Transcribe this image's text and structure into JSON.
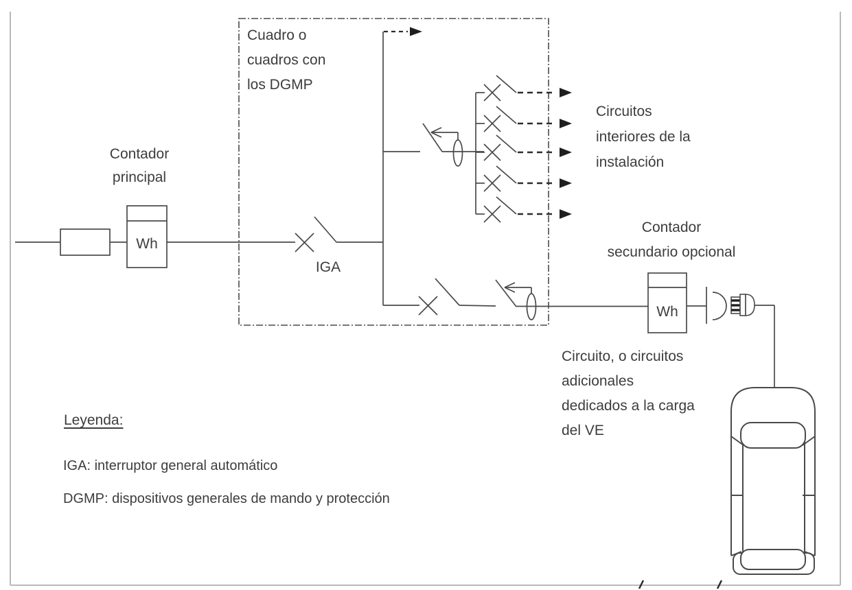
{
  "page": {
    "background": "#ffffff",
    "line_color": "#4a4a4a",
    "arrow_color": "#2b2b2b",
    "text_color": "#3d3d3d",
    "page_border_color": "#b9b9b9"
  },
  "labels": {
    "main_meter_caption": "Contador\nprincipal",
    "main_meter_unit": "Wh",
    "panel_caption": "Cuadro o\ncuadros con\nlos DGMP",
    "iga_tag": "IGA",
    "interior_circuits_caption": "Circuitos\ninteriores de la\ninstalación",
    "secondary_meter_caption": "Contador\nsecundario opcional",
    "secondary_meter_unit": "Wh",
    "ev_circuits_caption": "Circuito, o circuitos\nadicionales\ndedicados a la carga\ndel VE",
    "legend_title": "Leyenda:",
    "legend_iga": "IGA: interruptor general automático",
    "legend_dgmp": "DGMP: dispositivos generales de mando y protección"
  },
  "diagram": {
    "interior_branch_count": 5,
    "symbols": [
      "fuse-symbol",
      "main-energy-meter",
      "iga-circuit-breaker",
      "dgmp-panel-dashed-box",
      "interior-distribution-bus",
      "branch-breaker-with-dashed-arrow",
      "contactor-with-coil",
      "ev-branch-breaker",
      "ev-contactor-with-coil",
      "secondary-energy-meter",
      "socket-outlet-symbol",
      "plug-symbol",
      "electric-vehicle-top-view"
    ]
  }
}
